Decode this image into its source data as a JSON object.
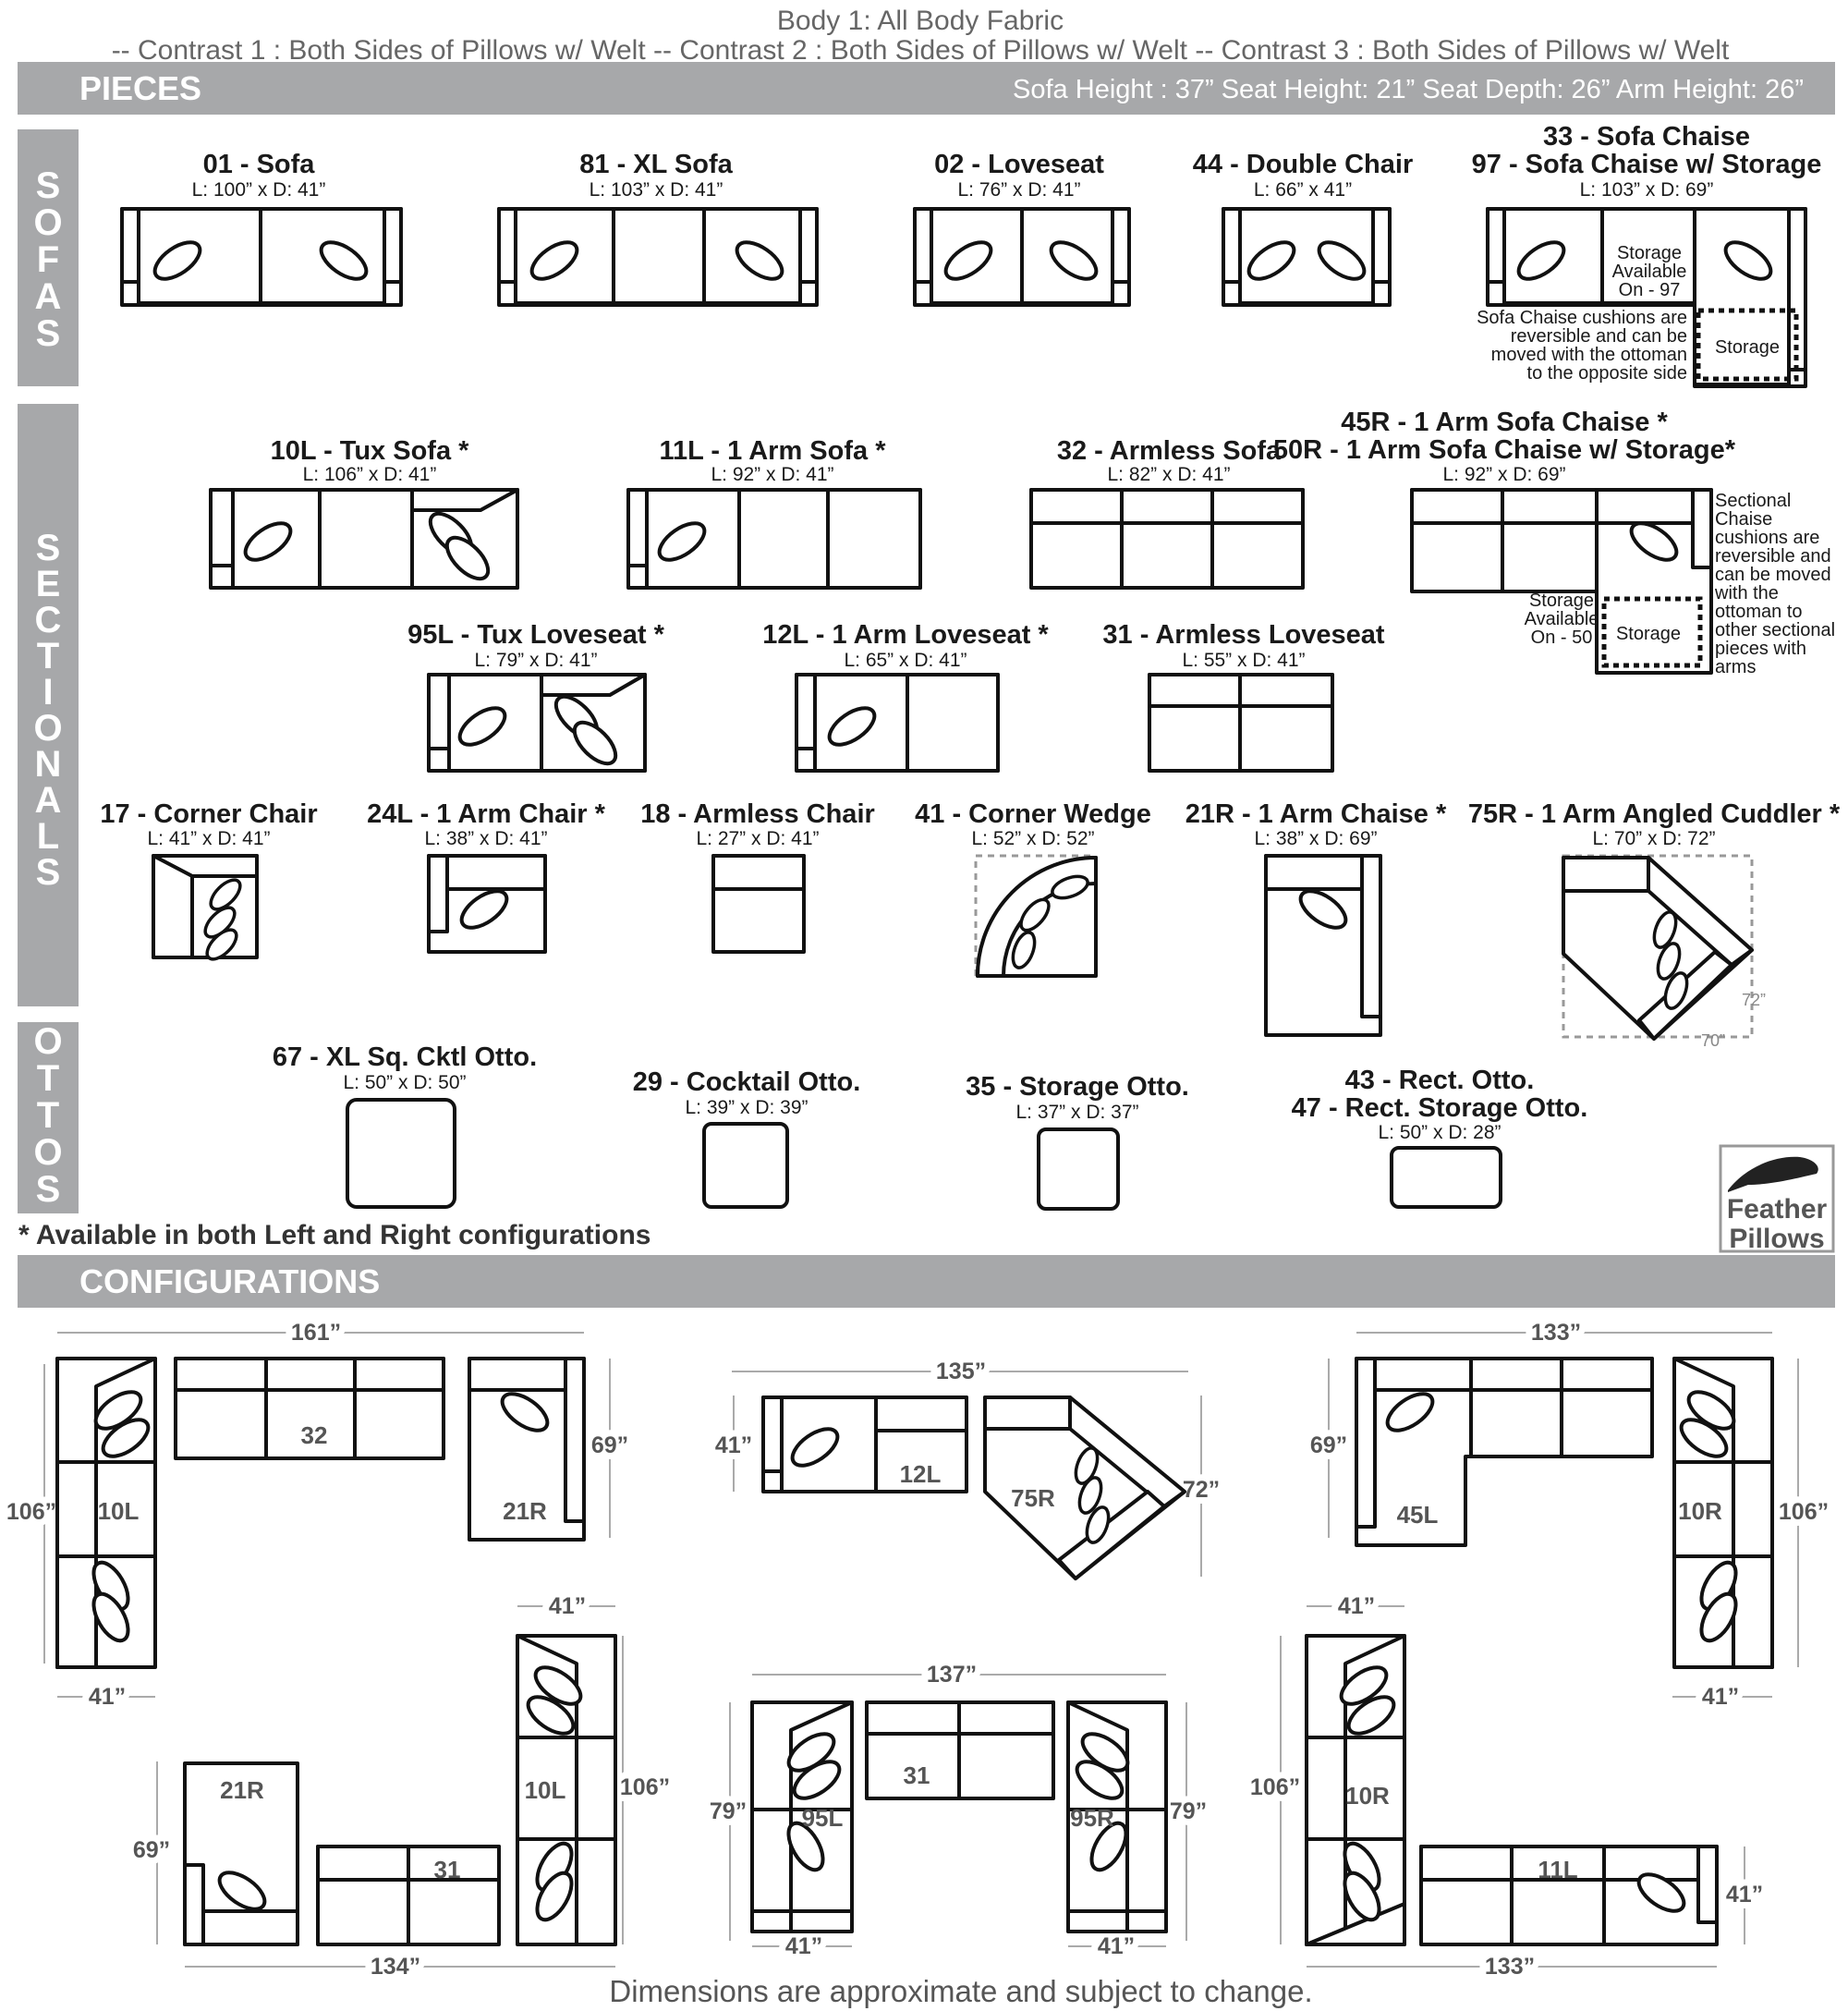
{
  "header": {
    "line1": "Body 1: All Body Fabric",
    "line2": "-- Contrast 1 : Both Sides of Pillows w/ Welt -- Contrast 2 : Both Sides of Pillows w/ Welt  -- Contrast 3 : Both Sides of Pillows w/ Welt"
  },
  "pieces_band": {
    "title": "PIECES",
    "specs": "Sofa Height : 37”   Seat Height: 21”   Seat Depth: 26”   Arm Height: 26”"
  },
  "side_labels": {
    "sofas": [
      "S",
      "O",
      "F",
      "A",
      "S"
    ],
    "sectionals": [
      "S",
      "E",
      "C",
      "T",
      "I",
      "O",
      "N",
      "A",
      "L",
      "S"
    ],
    "ottos": [
      "O",
      "T",
      "T",
      "O",
      "S"
    ]
  },
  "sofas": [
    {
      "name": "01 - Sofa",
      "dims": "L: 100” x D: 41”"
    },
    {
      "name": "81 - XL Sofa",
      "dims": "L: 103” x D: 41”"
    },
    {
      "name": "02 - Loveseat",
      "dims": "L: 76” x D: 41”"
    },
    {
      "name": "44 - Double Chair",
      "dims": "L: 66” x 41”"
    },
    {
      "name": "33 - Sofa Chaise",
      "name2": "97 - Sofa Chaise w/ Storage",
      "dims": "L: 103” x D: 69”"
    }
  ],
  "sofa_chaise_notes": {
    "storage_available": [
      "Storage",
      "Available",
      "On - 97"
    ],
    "cushion_note": [
      "Sofa Chaise cushions are",
      "reversible and can be",
      "moved with the ottoman",
      "to the opposite side"
    ],
    "storage_label": "Storage"
  },
  "sectionals": [
    {
      "name": "10L - Tux Sofa *",
      "dims": "L: 106” x D: 41”"
    },
    {
      "name": "11L - 1 Arm Sofa *",
      "dims": "L: 92” x D: 41”"
    },
    {
      "name": "32 - Armless Sofa",
      "dims": "L: 82” x D: 41”"
    },
    {
      "name": "45R - 1 Arm Sofa Chaise *",
      "name2": "50R - 1 Arm Sofa Chaise w/ Storage*",
      "dims": "L: 92” x D: 69”"
    },
    {
      "name": "95L - Tux Loveseat *",
      "dims": "L: 79” x D: 41”"
    },
    {
      "name": "12L - 1 Arm Loveseat *",
      "dims": "L: 65” x D: 41”"
    },
    {
      "name": "31 - Armless Loveseat",
      "dims": "L: 55” x D: 41”"
    },
    {
      "name": "17 - Corner Chair",
      "dims": "L: 41” x D: 41”"
    },
    {
      "name": "24L - 1 Arm Chair *",
      "dims": "L: 38” x D: 41”"
    },
    {
      "name": "18 - Armless Chair",
      "dims": "L: 27” x D: 41”"
    },
    {
      "name": "41 - Corner Wedge",
      "dims": "L: 52” x D: 52”"
    },
    {
      "name": "21R - 1 Arm Chaise *",
      "dims": "L: 38” x D: 69”"
    },
    {
      "name": "75R - 1 Arm Angled Cuddler *",
      "dims": "L: 70” x D: 72”"
    }
  ],
  "sectional_chaise_notes": {
    "cushion_note": [
      "Sectional",
      "Chaise",
      "cushions are",
      "reversible and",
      "can be moved",
      "with the",
      "ottoman to",
      "other sectional",
      "pieces with",
      "arms"
    ],
    "storage_available": [
      "Storage",
      "Available",
      "On - 50"
    ],
    "storage_label": "Storage"
  },
  "cuddler_dims": {
    "d": "72”",
    "w": "70”"
  },
  "ottomans": [
    {
      "name": "67 - XL Sq. Cktl Otto.",
      "dims": "L: 50” x D: 50”"
    },
    {
      "name": "29 - Cocktail Otto.",
      "dims": "L: 39” x D: 39”"
    },
    {
      "name": "35 - Storage Otto.",
      "dims": "L: 37” x D: 37”"
    },
    {
      "name": "43 - Rect. Otto.",
      "name2": "47 - Rect. Storage Otto.",
      "dims": "L: 50” x D: 28”"
    }
  ],
  "feather_badge": [
    "Feather",
    "Pillows"
  ],
  "available_note": "* Available in both Left and Right configurations",
  "config_band": {
    "title": "CONFIGURATIONS"
  },
  "configurations": {
    "c1": {
      "top": "161”",
      "left": "106”",
      "right": "69”",
      "bottom": "41”",
      "labels": [
        "32",
        "10L",
        "21R"
      ]
    },
    "c2": {
      "top": "135”",
      "left": "41”",
      "right": "72”",
      "labels": [
        "12L",
        "75R"
      ]
    },
    "c3": {
      "top": "133”",
      "left": "69”",
      "right": "106”",
      "bottom": "41”",
      "labels": [
        "45L",
        "10R"
      ]
    },
    "c4": {
      "top": "41”",
      "left": "69”",
      "right": "106”",
      "bottom": "134”",
      "labels": [
        "21R",
        "31",
        "10L"
      ]
    },
    "c5": {
      "top": "137”",
      "left": "79”",
      "right": "79”",
      "bottom_l": "41”",
      "bottom_r": "41”",
      "labels": [
        "31",
        "95L",
        "95R"
      ]
    },
    "c6": {
      "top": "41”",
      "left": "106”",
      "right": "41”",
      "bottom": "133”",
      "labels": [
        "10R",
        "11L"
      ]
    }
  },
  "footer": "Dimensions are approximate and subject to change."
}
